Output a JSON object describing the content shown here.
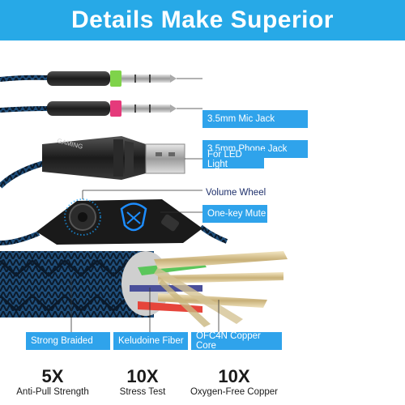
{
  "banner": {
    "title": "Details Make Superior"
  },
  "callouts": {
    "mic_jack": "3.5mm Mic Jack",
    "phone_jack": "3.5mm Phone Jack",
    "led": "For LED Light",
    "volume": "Volume Wheel",
    "mute": "One-key Mute",
    "braided": "Strong Braided",
    "fiber": "Keludoine Fiber",
    "copper": "OFC4N Copper Core"
  },
  "usb_text": "GAMING",
  "stats": [
    {
      "value": "5X",
      "label": "Anti-Pull Strength"
    },
    {
      "value": "10X",
      "label": "Stress Test"
    },
    {
      "value": "10X",
      "label": "Oxygen-Free Copper"
    }
  ],
  "colors": {
    "accent": "#27a9e7",
    "callout": "#2fa3eb"
  }
}
